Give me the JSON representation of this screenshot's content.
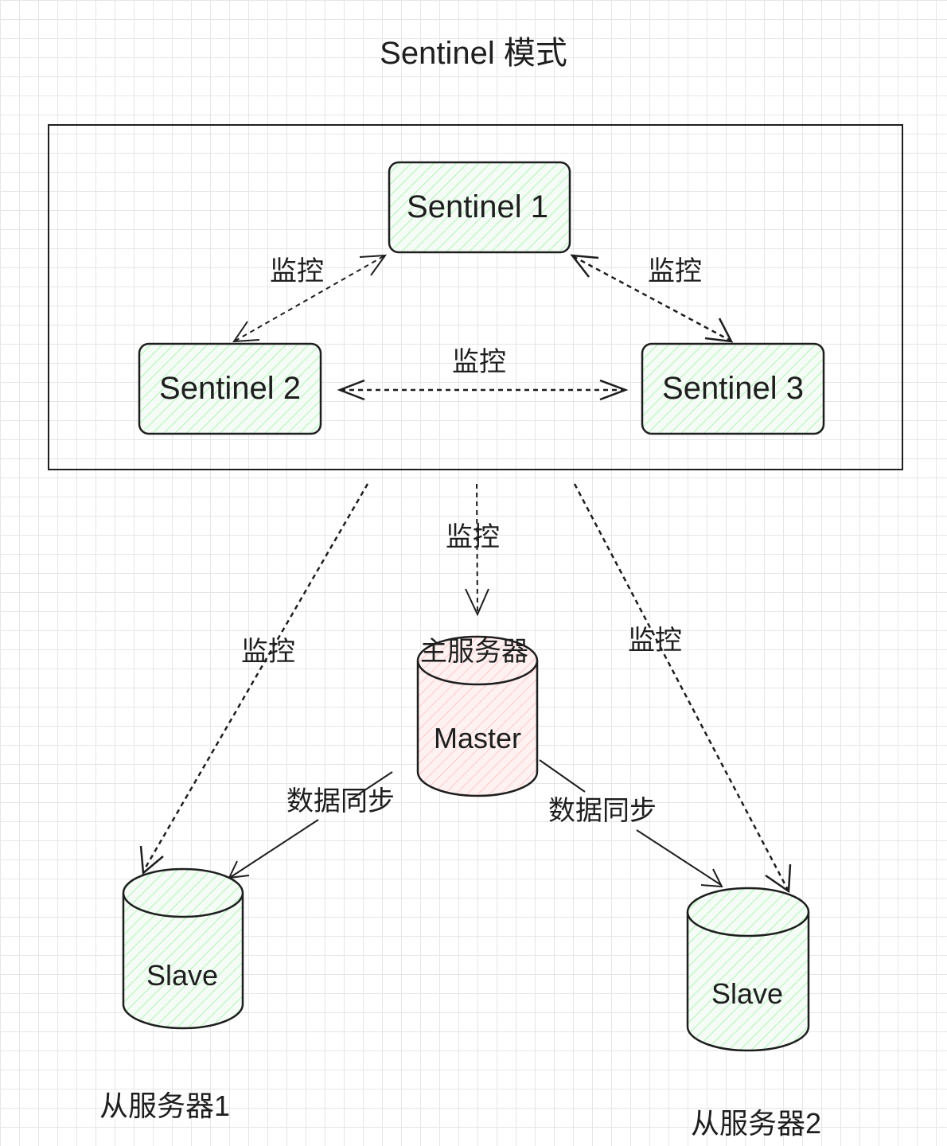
{
  "diagram": {
    "title": "Sentinel 模式",
    "sentinels": {
      "s1": "Sentinel 1",
      "s2": "Sentinel 2",
      "s3": "Sentinel 3"
    },
    "edges": {
      "s1_s2": "监控",
      "s1_s3": "监控",
      "s2_s3": "监控",
      "to_master": "监控",
      "to_slave1": "监控",
      "to_slave2": "监控",
      "sync_left": "数据同步",
      "sync_right": "数据同步"
    },
    "master": {
      "caption": "主服务器",
      "label": "Master"
    },
    "slave1": {
      "label": "Slave",
      "caption": "从服务器1"
    },
    "slave2": {
      "label": "Slave",
      "caption": "从服务器2"
    },
    "colors": {
      "stroke": "#1e1e1e",
      "sentinel_fill": "#b2f2bb",
      "master_fill": "#ffc9c9",
      "slave_fill": "#b2f2bb"
    }
  }
}
